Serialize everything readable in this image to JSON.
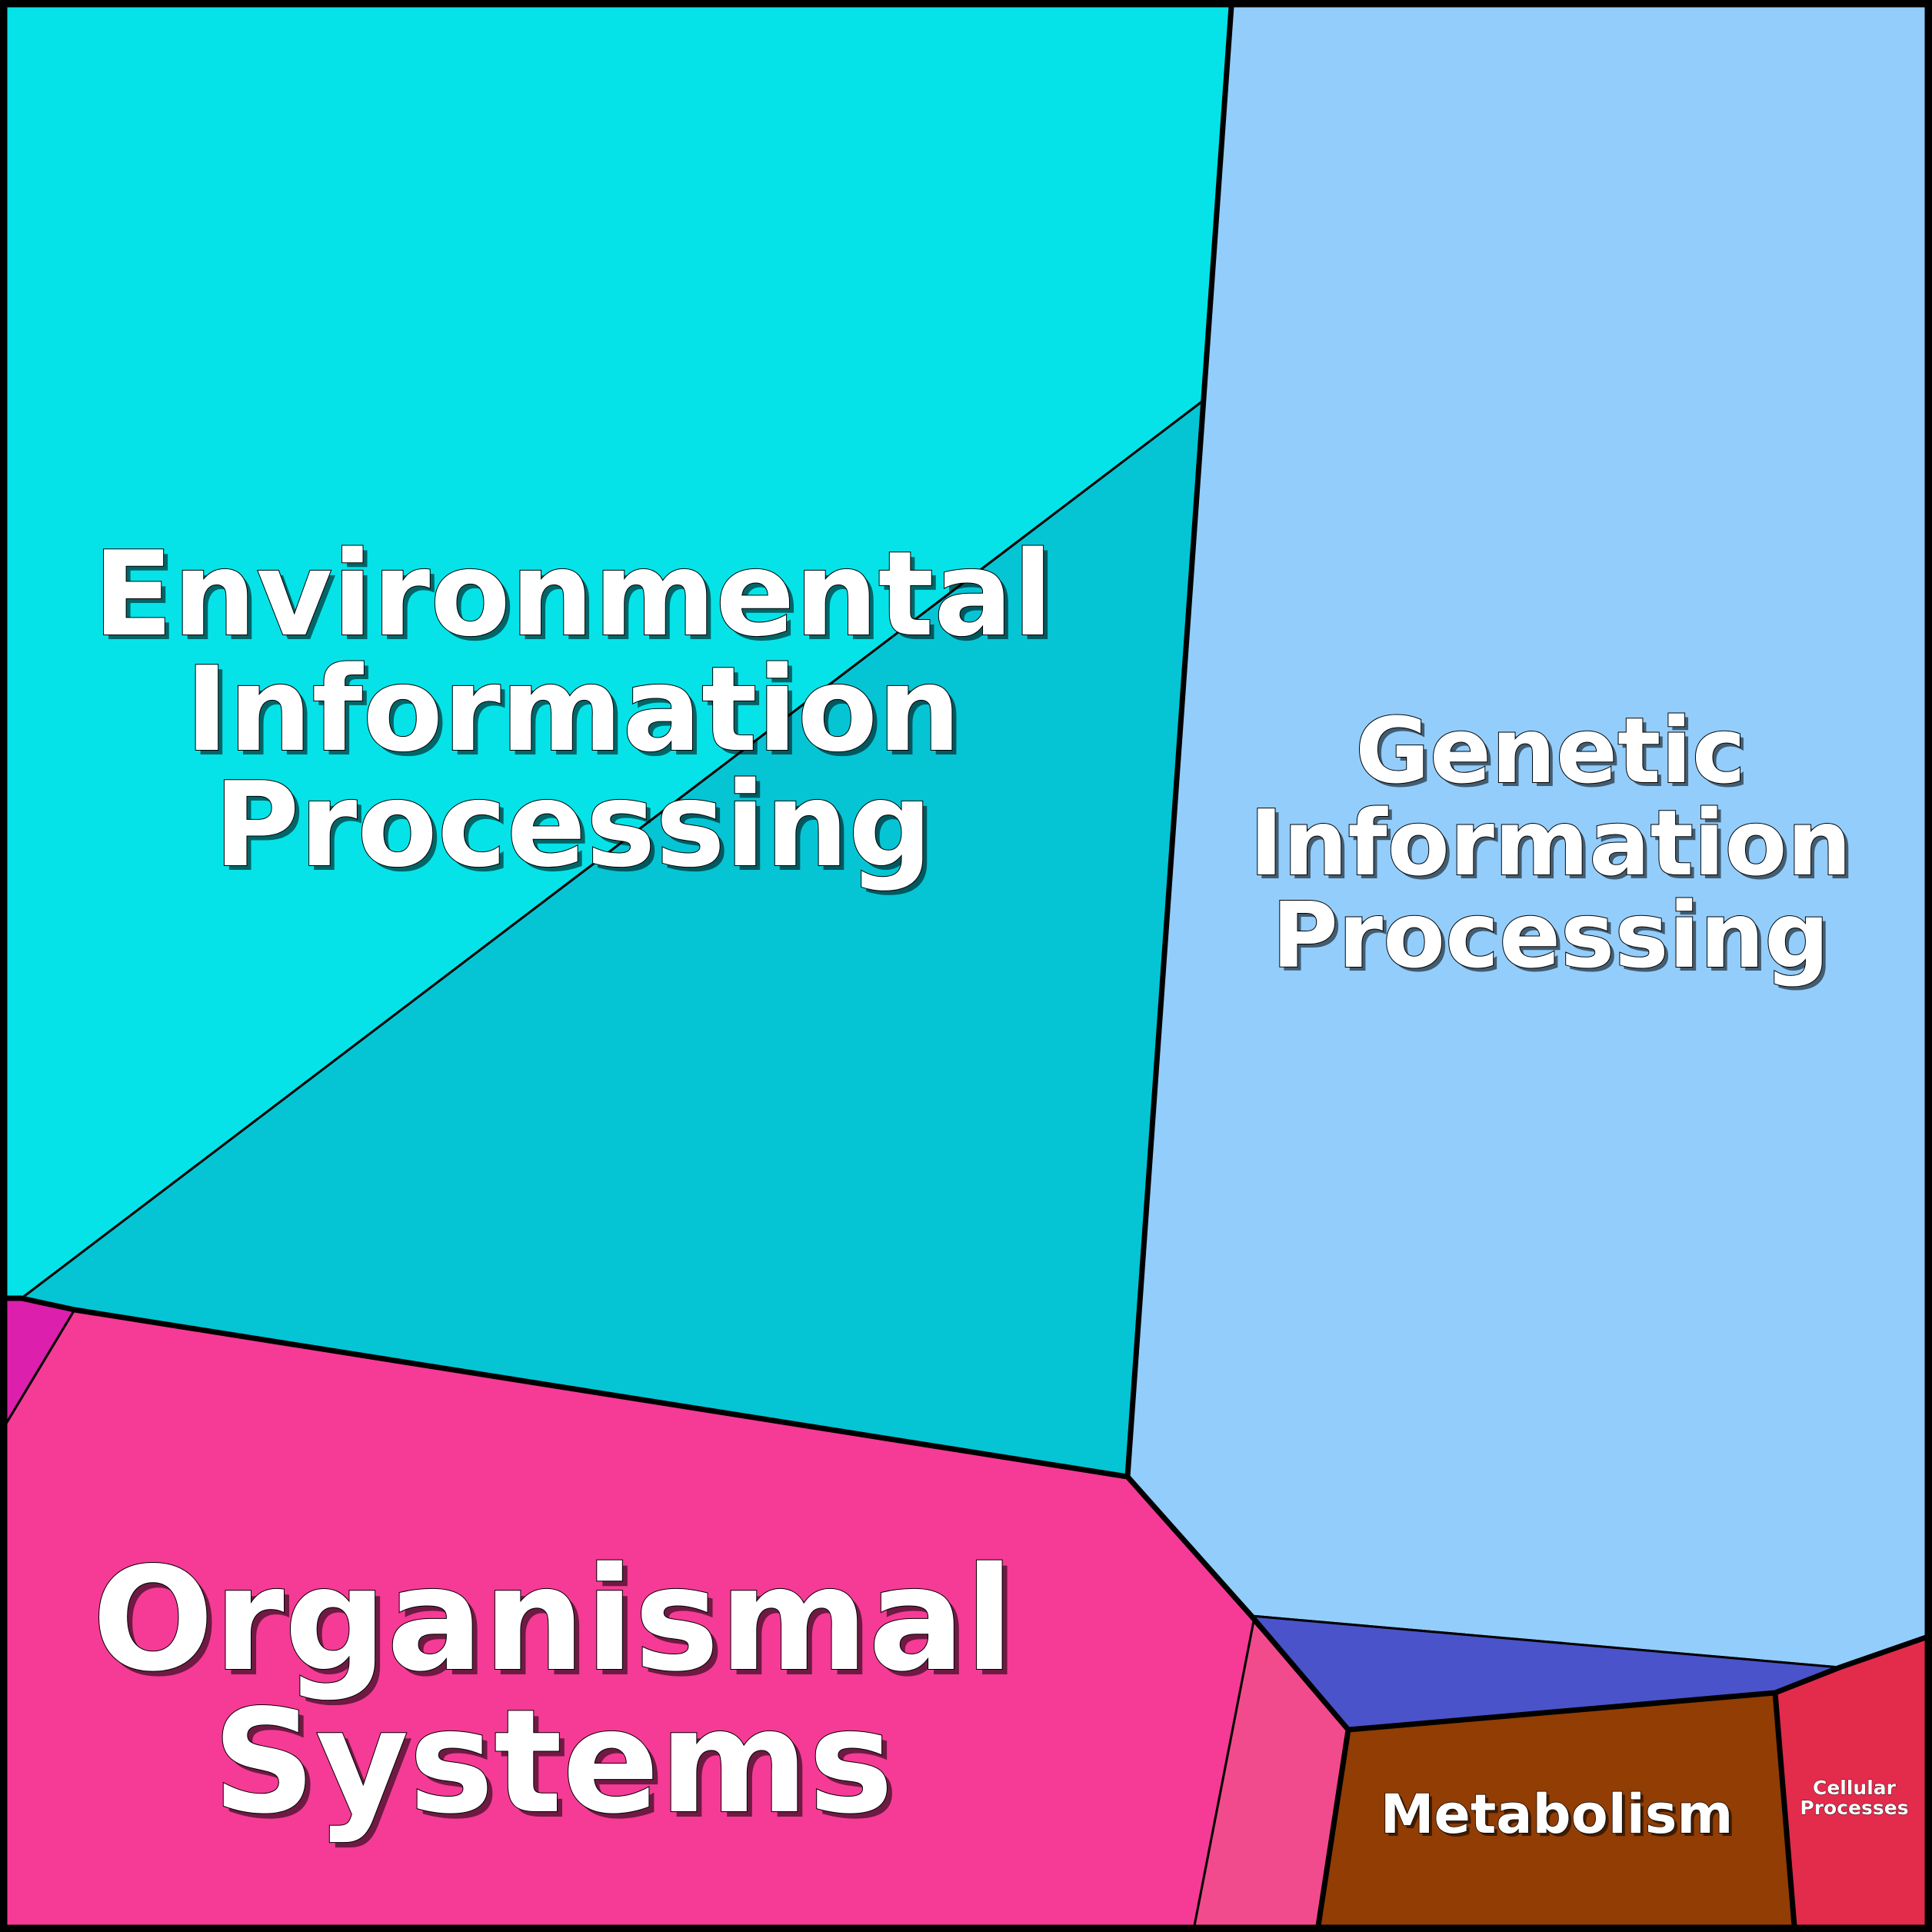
{
  "diagram": {
    "type": "voronoi-treemap",
    "categories": [
      {
        "key": "environmental",
        "label_lines": [
          "Environmental",
          "Information",
          "Processing"
        ]
      },
      {
        "key": "genetic",
        "label_lines": [
          "Genetic",
          "Information",
          "Processing"
        ]
      },
      {
        "key": "organismal",
        "label_lines": [
          "Organismal",
          "Systems"
        ]
      },
      {
        "key": "metabolism",
        "label_lines": [
          "Metabolism"
        ]
      },
      {
        "key": "cellular",
        "label_lines": [
          "Cellular",
          "Processes"
        ]
      }
    ],
    "colors": {
      "environmental_light": "#05e3e8",
      "environmental_dark": "#05c5d4",
      "genetic": "#93cdfb",
      "genetic_sub": "#4a53c9",
      "organismal": "#f53b96",
      "organismal_sub_left": "#dc1fac",
      "organismal_sub_right": "#f24b8d",
      "metabolism": "#913d04",
      "cellular": "#e32b4c",
      "border": "#000000",
      "label": "#ffffff"
    }
  }
}
